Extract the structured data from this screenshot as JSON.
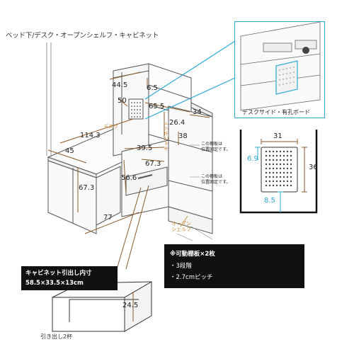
{
  "title": "ベッド下/デスク・オープンシェルフ・キャビネット",
  "dims": {
    "d44_5": "44.5",
    "d6_5": "6.5",
    "d50": "50",
    "d65_5": "65.5",
    "d34": "34",
    "d26_4": "26.4",
    "d114_3": "114.3",
    "d38": "38",
    "d45": "45",
    "d39_5": "39.5",
    "d67_3_a": "67.3",
    "d56_6": "56.6",
    "d67_3_b": "67.3",
    "d77": "77",
    "d24_5": "24.5"
  },
  "labels": {
    "desk": "デスク",
    "cabinet": "キャビネット",
    "open_shelf": "オープン\nシェルフ",
    "shelf_note_1": "この棚板は\n位置固定です。",
    "shelf_note_2": "この棚板は\n位置固定です。"
  },
  "inset": {
    "caption": "デスクサイド・有孔ボード",
    "dim_31": "31",
    "dim_6_9": "6.9",
    "dim_36": "36",
    "dim_8_5": "8.5"
  },
  "spec": {
    "line1": "※可動棚板×2枚",
    "line2": "・3段階",
    "line3": "・2.7cmピッチ"
  },
  "drawer": {
    "line1": "キャビネット引出し内寸",
    "line2": "58.5×33.5×13cm"
  },
  "footer": "引き出し2杯",
  "colors": {
    "accent_blue": "#2ea9d6",
    "dimension_orange": "#c8892e",
    "dimension_brown": "#8c5a2b"
  }
}
